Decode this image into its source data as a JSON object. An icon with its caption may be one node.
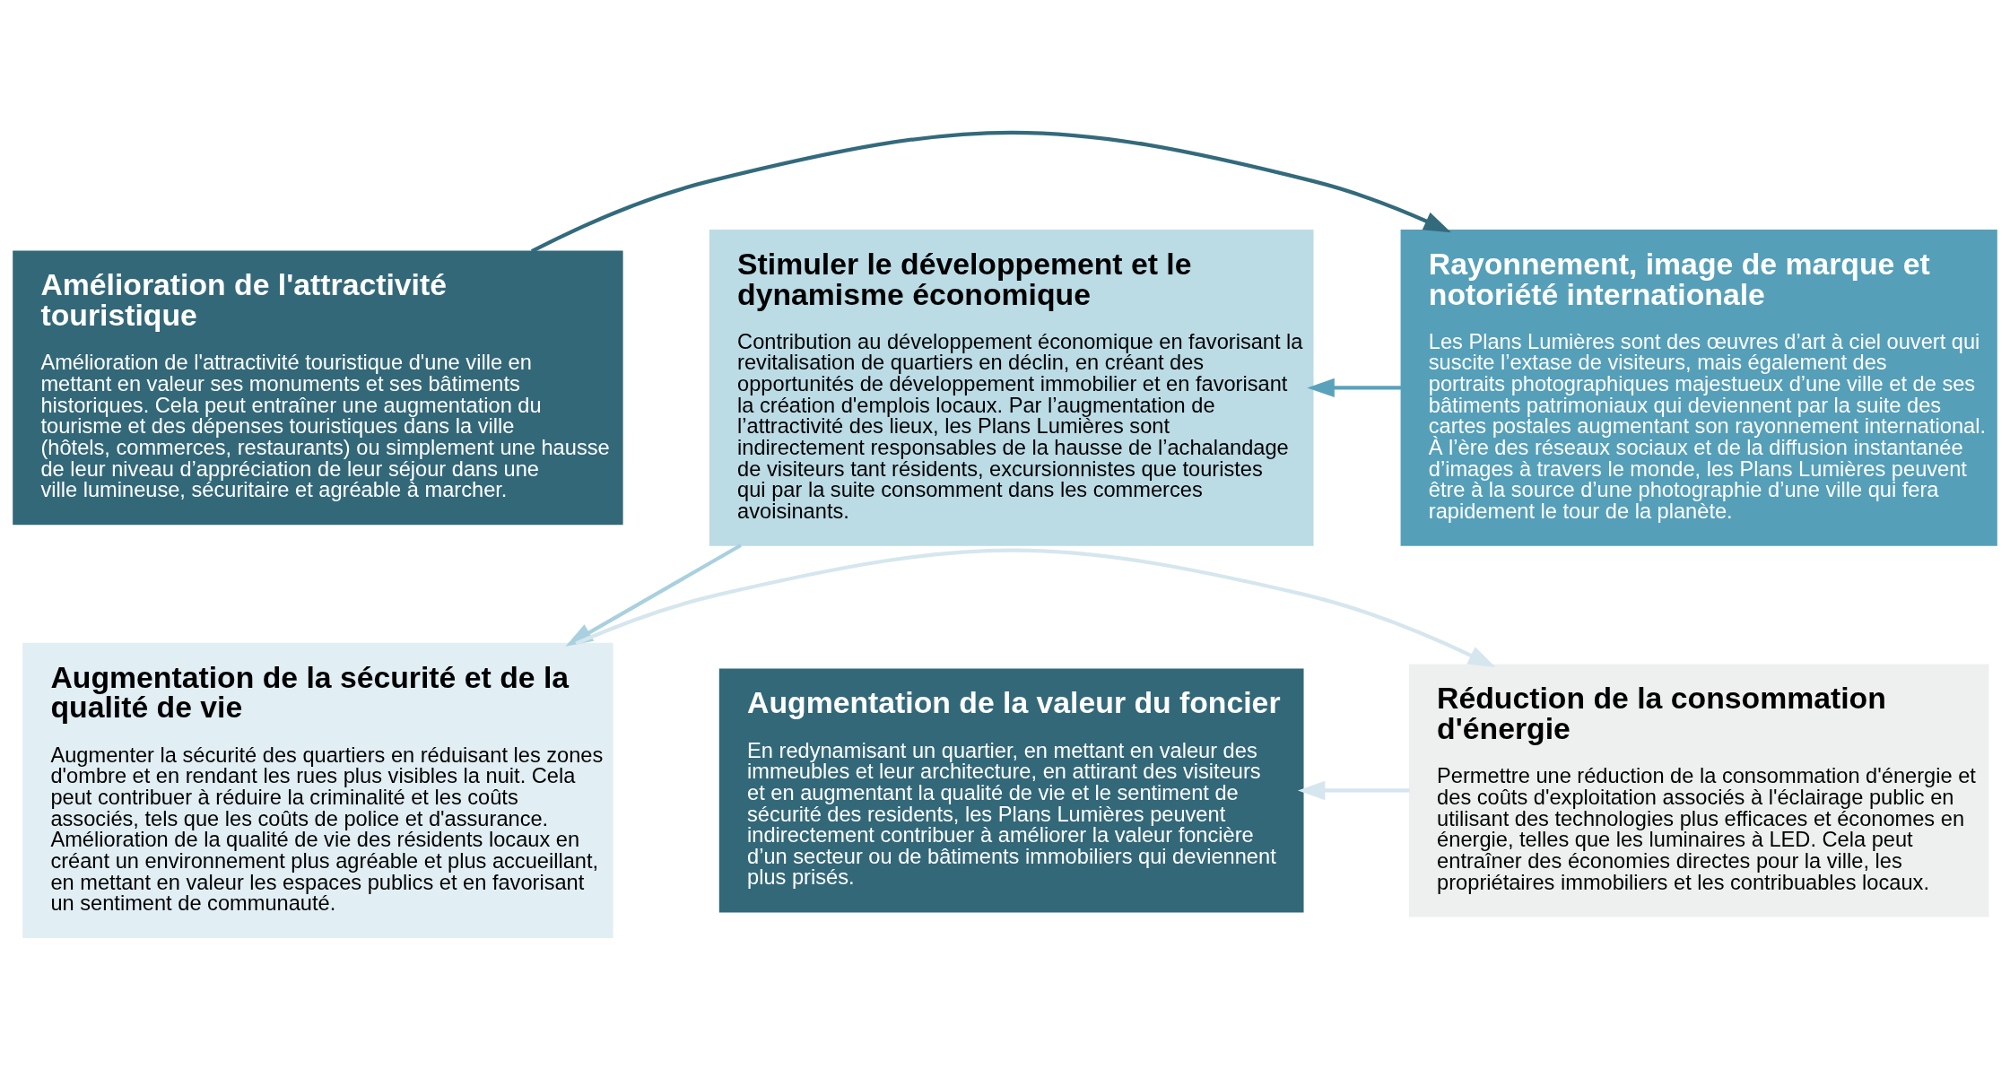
{
  "diagram": {
    "nodes": [
      {
        "text": [
          "Amélioration de l'attractivité touristique",
          "Amélioration de l'attractivité touristique d'une ville en mettant en valeur ses monuments et ses bâtiments historiques. Cela peut entraîner une augmentation du tourisme et des dépenses touristiques dans la ville (hôtels, commerces, restaurants) ou simplement une hausse de leur niveau d’appréciation de leur séjour dans une ville lumineuse, sécuritaire et agréable à marcher."
        ]
      },
      {
        "text": [
          "Rayonnement, image de marque et notoriété internationale",
          "Les Plans Lumières sont des œuvres d’art à ciel ouvert qui suscite l’extase de visiteurs, mais également des portraits photographiques majestueux d’une ville et de ses bâtiments patrimoniaux qui deviennent par la suite des cartes postales augmentant son rayonnement international. À l’ère des réseaux sociaux et de la diffusion instantanée d’images à travers le monde, les Plans Lumières peuvent être à la source d’une photographie d’une ville qui fera rapidement le tour de la planète."
        ]
      },
      {
        "text": [
          "Stimuler le développement et le dynamisme économique",
          "Contribution au développement économique en favorisant la revitalisation de quartiers en déclin, en créant des opportunités de développement immobilier et en favorisant la création d'emplois locaux. Par l’augmentation de l’attractivité des lieux, les Plans Lumières sont indirectement responsables de la hausse de l’achalandage de visiteurs tant résidents, excursionnistes que touristes qui par la suite consomment dans les commerces avoisinants."
        ]
      },
      {
        "text": [
          "Augmentation de la sécurité et de la qualité de vie",
          "Augmenter la sécurité des quartiers en réduisant les zones d'ombre et en rendant les rues plus visibles la nuit. Cela peut contribuer à réduire la criminalité et les coûts associés, tels que les coûts de police et d'assurance. Amélioration de la qualité de vie des résidents locaux en créant un environnement plus agréable et plus accueillant, en mettant en valeur les espaces publics et en favorisant un sentiment de communauté."
        ]
      },
      {
        "text": [
          "Réduction de la consommation d'énergie",
          "Permettre une réduction de la consommation d'énergie et des coûts d'exploitation associés à l'éclairage public en utilisant des technologies plus efficaces et économes en énergie, telles que les luminaires à LED. Cela peut entraîner des économies directes pour la ville, les propriétaires immobiliers et les contribuables locaux."
        ]
      },
      {
        "text": [
          "Augmentation de la valeur du foncier",
          "En redynamisant un quartier, en mettant en valeur des immeubles et leur architecture, en attirant des visiteurs et en augmentant la qualité de vie et le sentiment de sécurité des residents, les Plans Lumières peuvent indirectement contribuer à améliorer la valeur foncière d’un secteur ou de bâtiments immobiliers qui deviennent plus prisés."
        ]
      }
    ],
    "edges": [
      {
        "from": 0,
        "to": 1,
        "arrow": "to",
        "color": "#336a7c"
      },
      {
        "from": 1,
        "to": 2,
        "arrow": "to",
        "color": "#5aa2bb"
      },
      {
        "from": 2,
        "to": 3,
        "arrow": "to",
        "color": "#a9d0de"
      },
      {
        "from": 3,
        "to": 4,
        "arrow": "to",
        "color": "#d6e6ee"
      },
      {
        "from": 4,
        "to": 5,
        "arrow": "to",
        "color": "#d6e6ee"
      }
    ]
  }
}
